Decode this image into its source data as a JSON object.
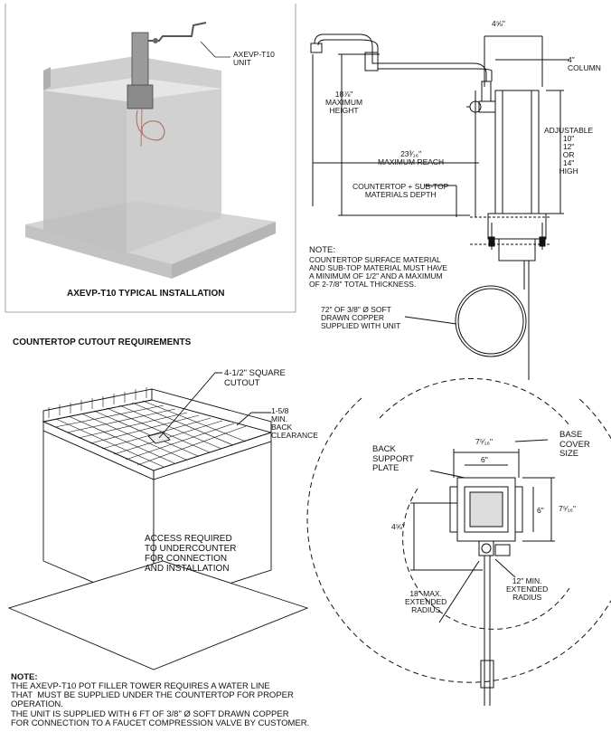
{
  "typical_install": {
    "unit_callout": "AXEVP-T10\nUNIT",
    "caption": "AXEVP-T10 TYPICAL INSTALLATION"
  },
  "elevation": {
    "dim_top_width": "4⅝\"",
    "column_label": "4\"\nCOLUMN",
    "max_height": "18⅞\"\nMAXIMUM\nHEIGHT",
    "adjustable": "ADJUSTABLE\n10\"\n12\"\nOR\n14\"\nHIGH",
    "max_reach": "23³⁄₁₆\"\nMAXIMUM REACH",
    "materials_depth": "COUNTERTOP + SUB-TOP\nMATERIALS DEPTH",
    "note_title": "NOTE:",
    "note_body": "COUNTERTOP SURFACE MATERIAL\nAND SUB-TOP MATERIAL MUST HAVE\nA MINIMUM OF 1/2\" AND A MAXIMUM\nOF 2-7/8\" TOTAL THICKNESS.",
    "copper_label": "72\" OF 3/8\" Ø SOFT\nDRAWN COPPER\nSUPPLIED WITH UNIT"
  },
  "cutout": {
    "heading": "COUNTERTOP CUTOUT REQUIREMENTS",
    "square_cutout": "4-1/2\" SQUARE\nCUTOUT",
    "back_clearance": "1-5/8\nMIN.\nBACK\nCLEARANCE",
    "access_text": "ACCESS REQUIRED\nTO UNDERCOUNTER\nFOR CONNECTION\nAND INSTALLATION"
  },
  "plan": {
    "back_support_plate": "BACK\nSUPPORT\nPLATE",
    "base_cover_size": "BASE\nCOVER\nSIZE",
    "dim_top_outer": "7⁵⁄₁₆\"",
    "dim_top_inner": "6\"",
    "dim_right_inner": "6\"",
    "dim_right_outer": "7⁵⁄₁₆\"",
    "dim_left": "4⅝\"",
    "max_radius": "18\" MAX.\nEXTENDED\nRADIUS",
    "min_radius": "12\" MIN.\nEXTENDED\nRADIUS"
  },
  "bottom_note": {
    "title": "NOTE:",
    "line1": "THE AXEVP-T10 POT FILLER TOWER REQUIRES A WATER LINE",
    "line2": "THAT  MUST BE SUPPLIED UNDER THE COUNTERTOP FOR PROPER",
    "line3": "OPERATION.",
    "line4": "THE UNIT IS SUPPLIED WITH 6 FT OF 3/8\" Ø SOFT DRAWN COPPER",
    "line5": "FOR CONNECTION TO A FAUCET COMPRESSION VALVE BY CUSTOMER."
  }
}
